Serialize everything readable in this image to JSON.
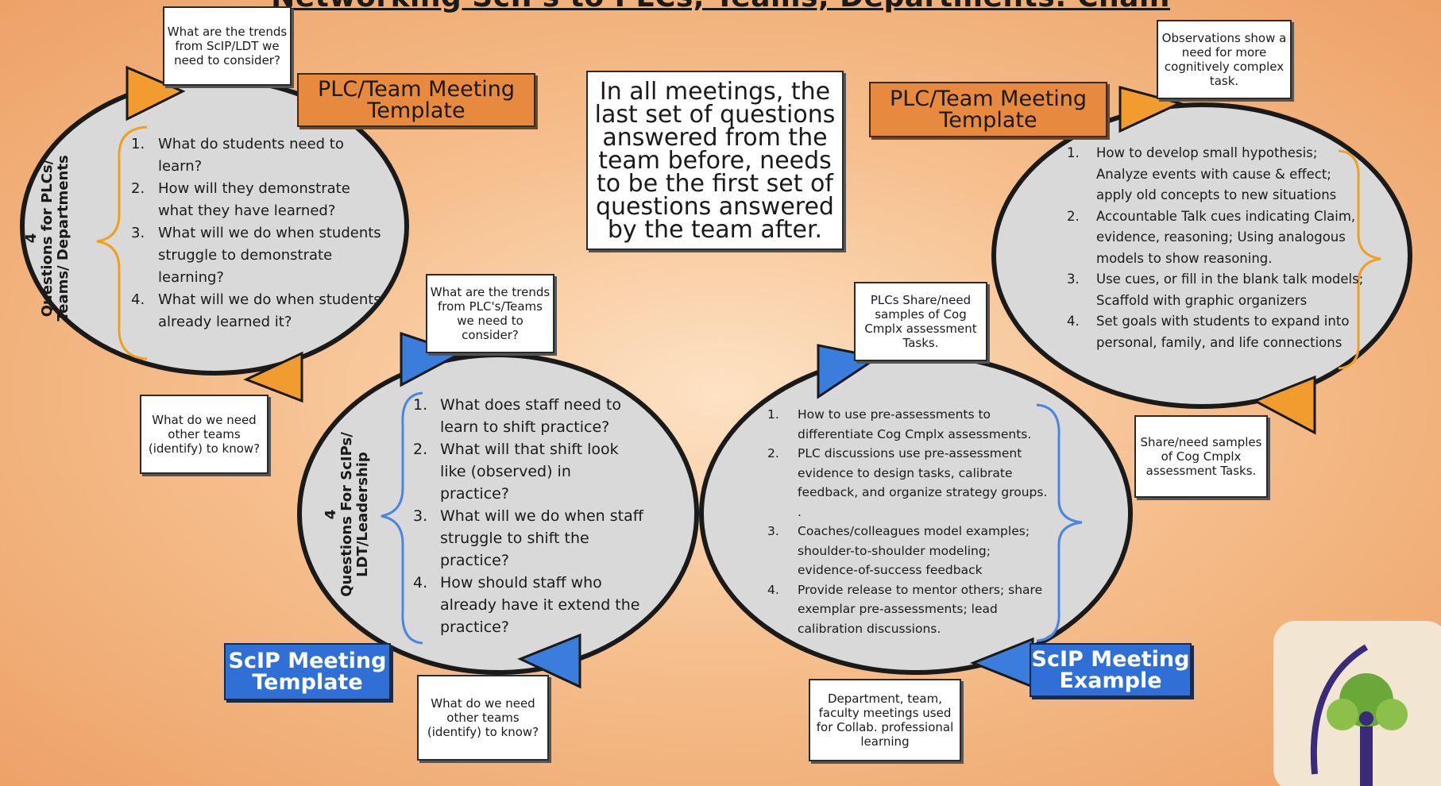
{
  "title": "Networking ScIPs to PLCs, Teams, Departments: Chain",
  "center_note": "In all meetings, the last set of questions answered from the team before, needs to be the first set of questions answered by the team after.",
  "colors": {
    "orange": "#f29b2e",
    "blue": "#3a7ddc",
    "brace_orange": "#f0a020",
    "brace_blue": "#4a86e0"
  },
  "top_left": {
    "side_label_line1": "4",
    "side_label_line2": "Questions for PLCs/",
    "side_label_line3": "Teams/ Departments",
    "label": "PLC/Team Meeting Template",
    "callout_top": "What are the trends from ScIP/LDT we need to consider?",
    "callout_bottom": "What do we need other teams (identify) to know?",
    "items": [
      {
        "num": "1.",
        "text": "What do students need to learn?"
      },
      {
        "num": "2.",
        "text": "How will they demonstrate what they have learned?"
      },
      {
        "num": "3.",
        "text": "What will we do when students struggle to demonstrate learning?"
      },
      {
        "num": "4.",
        "text": "What will we do when students already learned it?"
      }
    ]
  },
  "bottom_left": {
    "side_label_line1": "4",
    "side_label_line2": "Questions For ScIPs/",
    "side_label_line3": "LDT/Leadership",
    "label": "ScIP Meeting Template",
    "callout_top": "What are the trends from PLC's/Teams we need to consider?",
    "callout_bottom": "What do we need other teams (identify) to know?",
    "items": [
      {
        "num": "1.",
        "text": "What does staff need to learn to shift practice?"
      },
      {
        "num": "2.",
        "text": "What will that shift look like (observed) in practice?"
      },
      {
        "num": "3.",
        "text": "What will we do when staff struggle to shift the practice?"
      },
      {
        "num": "4.",
        "text": "How should staff who already have it extend the practice?"
      }
    ]
  },
  "top_right": {
    "label": "PLC/Team Meeting Template",
    "callout_top": "Observations show a need for more cognitively complex task.",
    "callout_bottom": "Share/need samples of Cog Cmplx assessment Tasks.",
    "items": [
      {
        "num": "1.",
        "text": "How to develop small hypothesis; Analyze events with cause & effect; apply old concepts to new situations"
      },
      {
        "num": "2.",
        "text": "Accountable Talk cues indicating Claim, evidence, reasoning; Using analogous models to show reasoning."
      },
      {
        "num": "3.",
        "text": "Use cues, or fill in the blank talk models; Scaffold with graphic organizers"
      },
      {
        "num": "4.",
        "text": "Set goals with students to expand into personal, family, and life connections"
      }
    ]
  },
  "bottom_right": {
    "label": "ScIP Meeting Example",
    "callout_top": "PLCs Share/need samples of Cog Cmplx assessment Tasks.",
    "callout_bottom": "Department, team, faculty meetings used for Collab. professional learning",
    "items": [
      {
        "num": "1.",
        "text": "How to use pre-assessments to differentiate Cog Cmplx assessments."
      },
      {
        "num": "2.",
        "text": "PLC discussions use pre-assessment evidence to design tasks, calibrate feedback, and organize strategy groups. ."
      },
      {
        "num": "3.",
        "text": "Coaches/colleagues model examples; shoulder-to-shoulder modeling; evidence-of-success feedback"
      },
      {
        "num": "4.",
        "text": "Provide release to mentor others; share exemplar pre-assessments; lead calibration discussions."
      }
    ]
  },
  "logo": {
    "icon": "tree-person-logo-icon"
  }
}
